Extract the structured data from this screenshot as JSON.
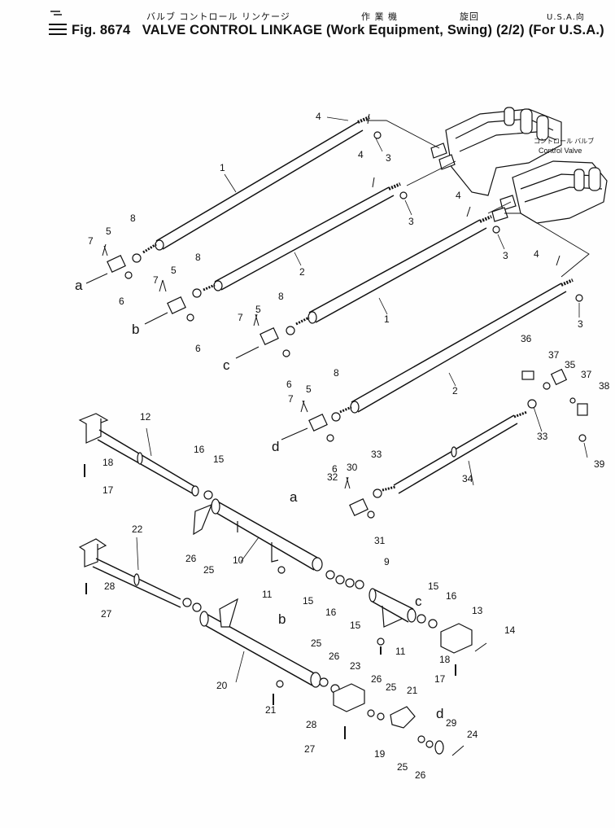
{
  "header": {
    "jp_parts": [
      "バルブ コントロール リンケージ",
      "作 業 機",
      "旋回",
      "U.S.A.向"
    ],
    "figure_label": "Fig. 8674",
    "title": "VALVE CONTROL LINKAGE (Work Equipment, Swing)",
    "page_fraction": "(2/2)",
    "region": "(For U.S.A.)"
  },
  "control_valve": {
    "label_jp": "コントロール バルブ",
    "label_en": "Control Valve"
  },
  "parts": [
    {
      "n": "1"
    },
    {
      "n": "2"
    },
    {
      "n": "3"
    },
    {
      "n": "4"
    },
    {
      "n": "5"
    },
    {
      "n": "6"
    },
    {
      "n": "7"
    },
    {
      "n": "8"
    },
    {
      "n": "9"
    },
    {
      "n": "10"
    },
    {
      "n": "11"
    },
    {
      "n": "12"
    },
    {
      "n": "13"
    },
    {
      "n": "14"
    },
    {
      "n": "15"
    },
    {
      "n": "16"
    },
    {
      "n": "17"
    },
    {
      "n": "18"
    },
    {
      "n": "19"
    },
    {
      "n": "20"
    },
    {
      "n": "21"
    },
    {
      "n": "22"
    },
    {
      "n": "23"
    },
    {
      "n": "24"
    },
    {
      "n": "25"
    },
    {
      "n": "26"
    },
    {
      "n": "27"
    },
    {
      "n": "28"
    },
    {
      "n": "29"
    },
    {
      "n": "30"
    },
    {
      "n": "31"
    },
    {
      "n": "32"
    },
    {
      "n": "33"
    },
    {
      "n": "34"
    },
    {
      "n": "35"
    },
    {
      "n": "36"
    },
    {
      "n": "37"
    },
    {
      "n": "38"
    },
    {
      "n": "39"
    }
  ],
  "connection_refs": [
    "a",
    "b",
    "c",
    "d"
  ]
}
